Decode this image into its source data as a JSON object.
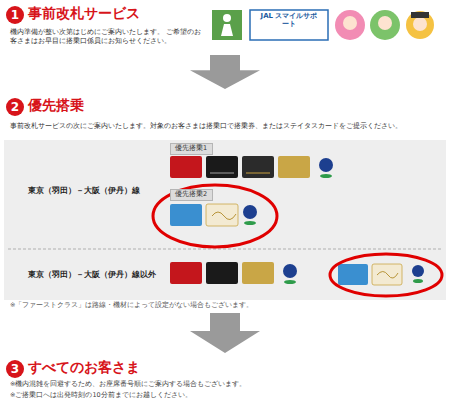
{
  "diagram": {
    "nodes": [
      {
        "text": [
          "事前改札サービス",
          "機内準備が整い次第はじめにご案内いたします。 ご希望のお客さまはお早目に搭乗口係員にお知らせください。"
        ]
      },
      {
        "text": [
          "1"
        ],
        "in": 0
      },
      {
        "text": [
          "優先搭乗",
          "事前改札サービスの次にご案内いたします。対象のお客さまは搭乗口で搭乗券、またはステイタスカードをご提示ください。"
        ]
      },
      {
        "text": [
          "2"
        ],
        "in": 2
      },
      {
        "text": [
          "東京（羽田）－大阪（伊丹）線"
        ],
        "in": 2
      },
      {
        "text": [
          "優先搭乗1"
        ],
        "in": 4
      },
      {
        "text": [
          "優先搭乗2"
        ],
        "in": 4
      },
      {
        "text": [
          "東京（羽田）－大阪（伊丹）線以外"
        ],
        "in": 2
      },
      {
        "text": [
          "すべてのお客さま",
          "※機内混雑を回避するため、お座席番号順にご案内する場合もございます。",
          "※ご搭乗口へは出発時刻の10分前までにお越しください。"
        ]
      },
      {
        "text": [
          "3"
        ],
        "in": 8
      }
    ],
    "edges": [
      {
        "from": 0,
        "to": 2,
        "arrow": "to"
      },
      {
        "from": 2,
        "to": 8,
        "arrow": "to"
      }
    ],
    "labels": [
      "JAL スマイルサポート",
      "※「ファーストクラス」は路線・機材によって設定がない場合もございます。"
    ]
  }
}
